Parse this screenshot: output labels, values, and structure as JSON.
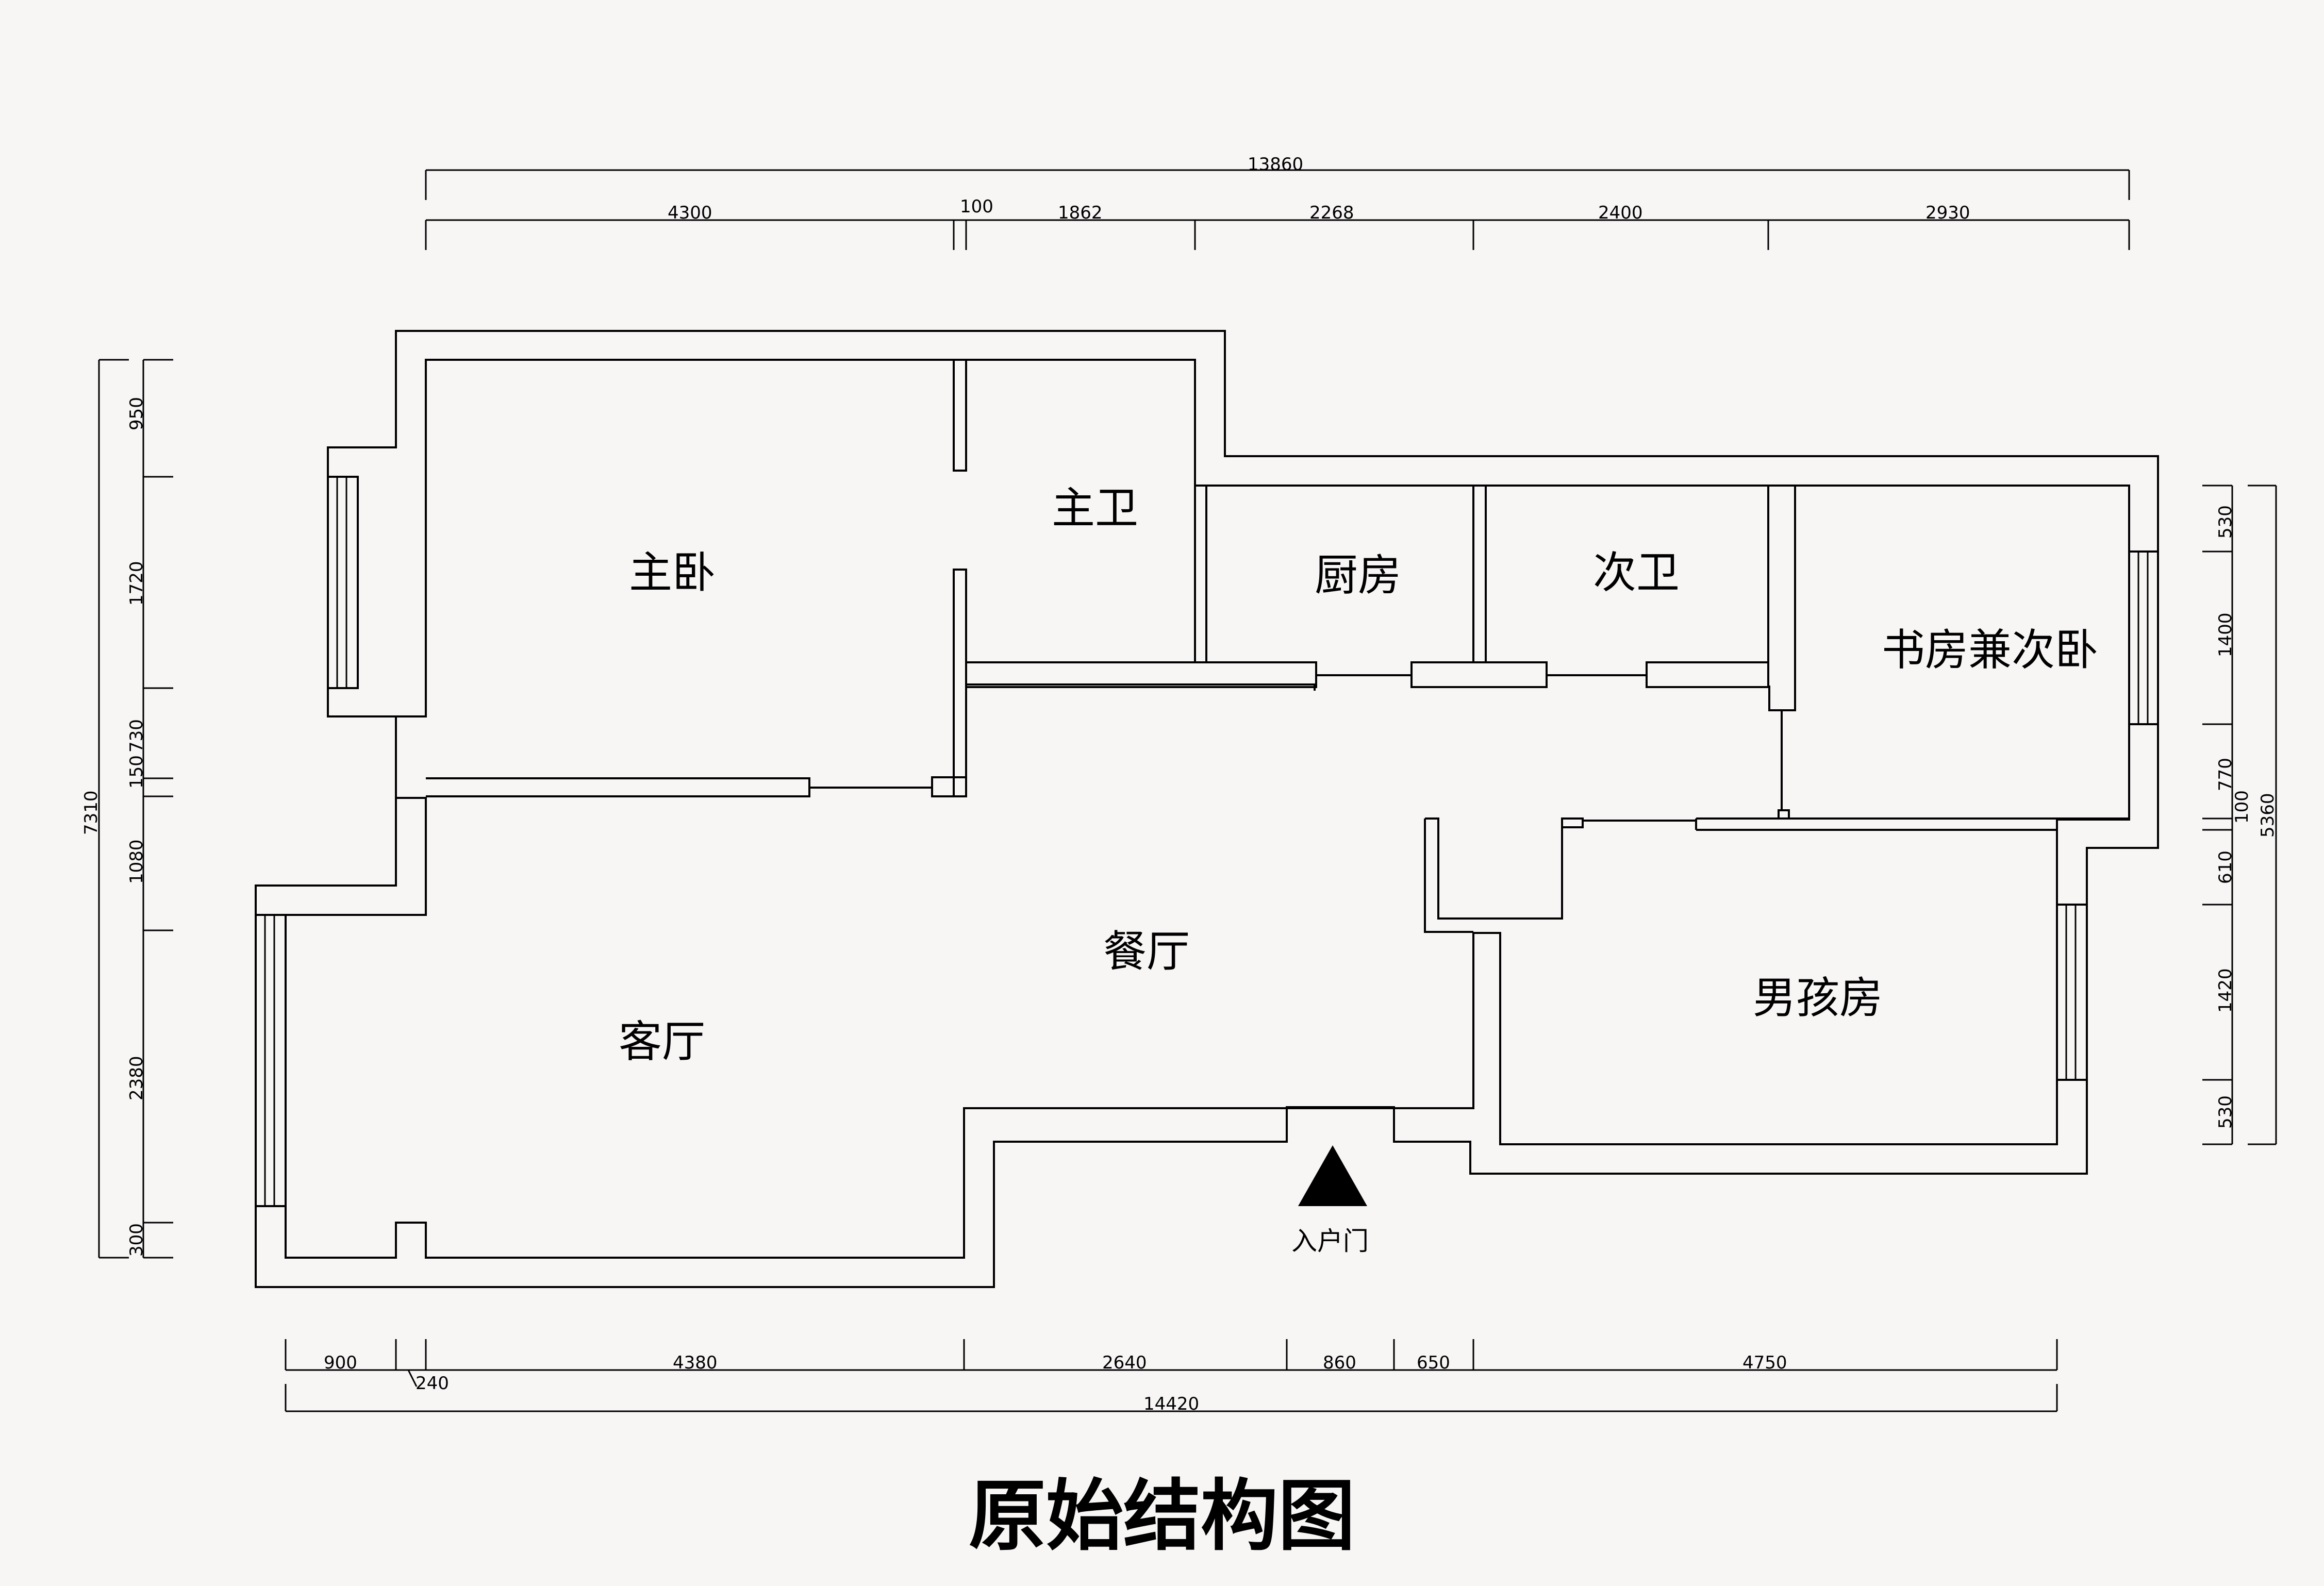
{
  "title": "原始结构图",
  "entrance_label": "入户门",
  "rooms": {
    "master_bedroom": "主卧",
    "master_bath": "主卫",
    "kitchen": "厨房",
    "second_bath": "次卫",
    "study": "书房兼次卧",
    "dining": "餐厅",
    "living": "客厅",
    "boys_room": "男孩房"
  },
  "dimensions": {
    "top_total": "13860",
    "top": [
      "4300",
      "100",
      "1862",
      "2268",
      "2400",
      "2930"
    ],
    "bottom_total": "14420",
    "bottom": [
      "900",
      "240",
      "4380",
      "2640",
      "860",
      "650",
      "4750"
    ],
    "left_total": "7310",
    "left": [
      "950",
      "1720",
      "730",
      "150",
      "1080",
      "2380",
      "300"
    ],
    "right_total": "5360",
    "right": [
      "530",
      "1400",
      "770",
      "100",
      "610",
      "1420",
      "530"
    ]
  }
}
